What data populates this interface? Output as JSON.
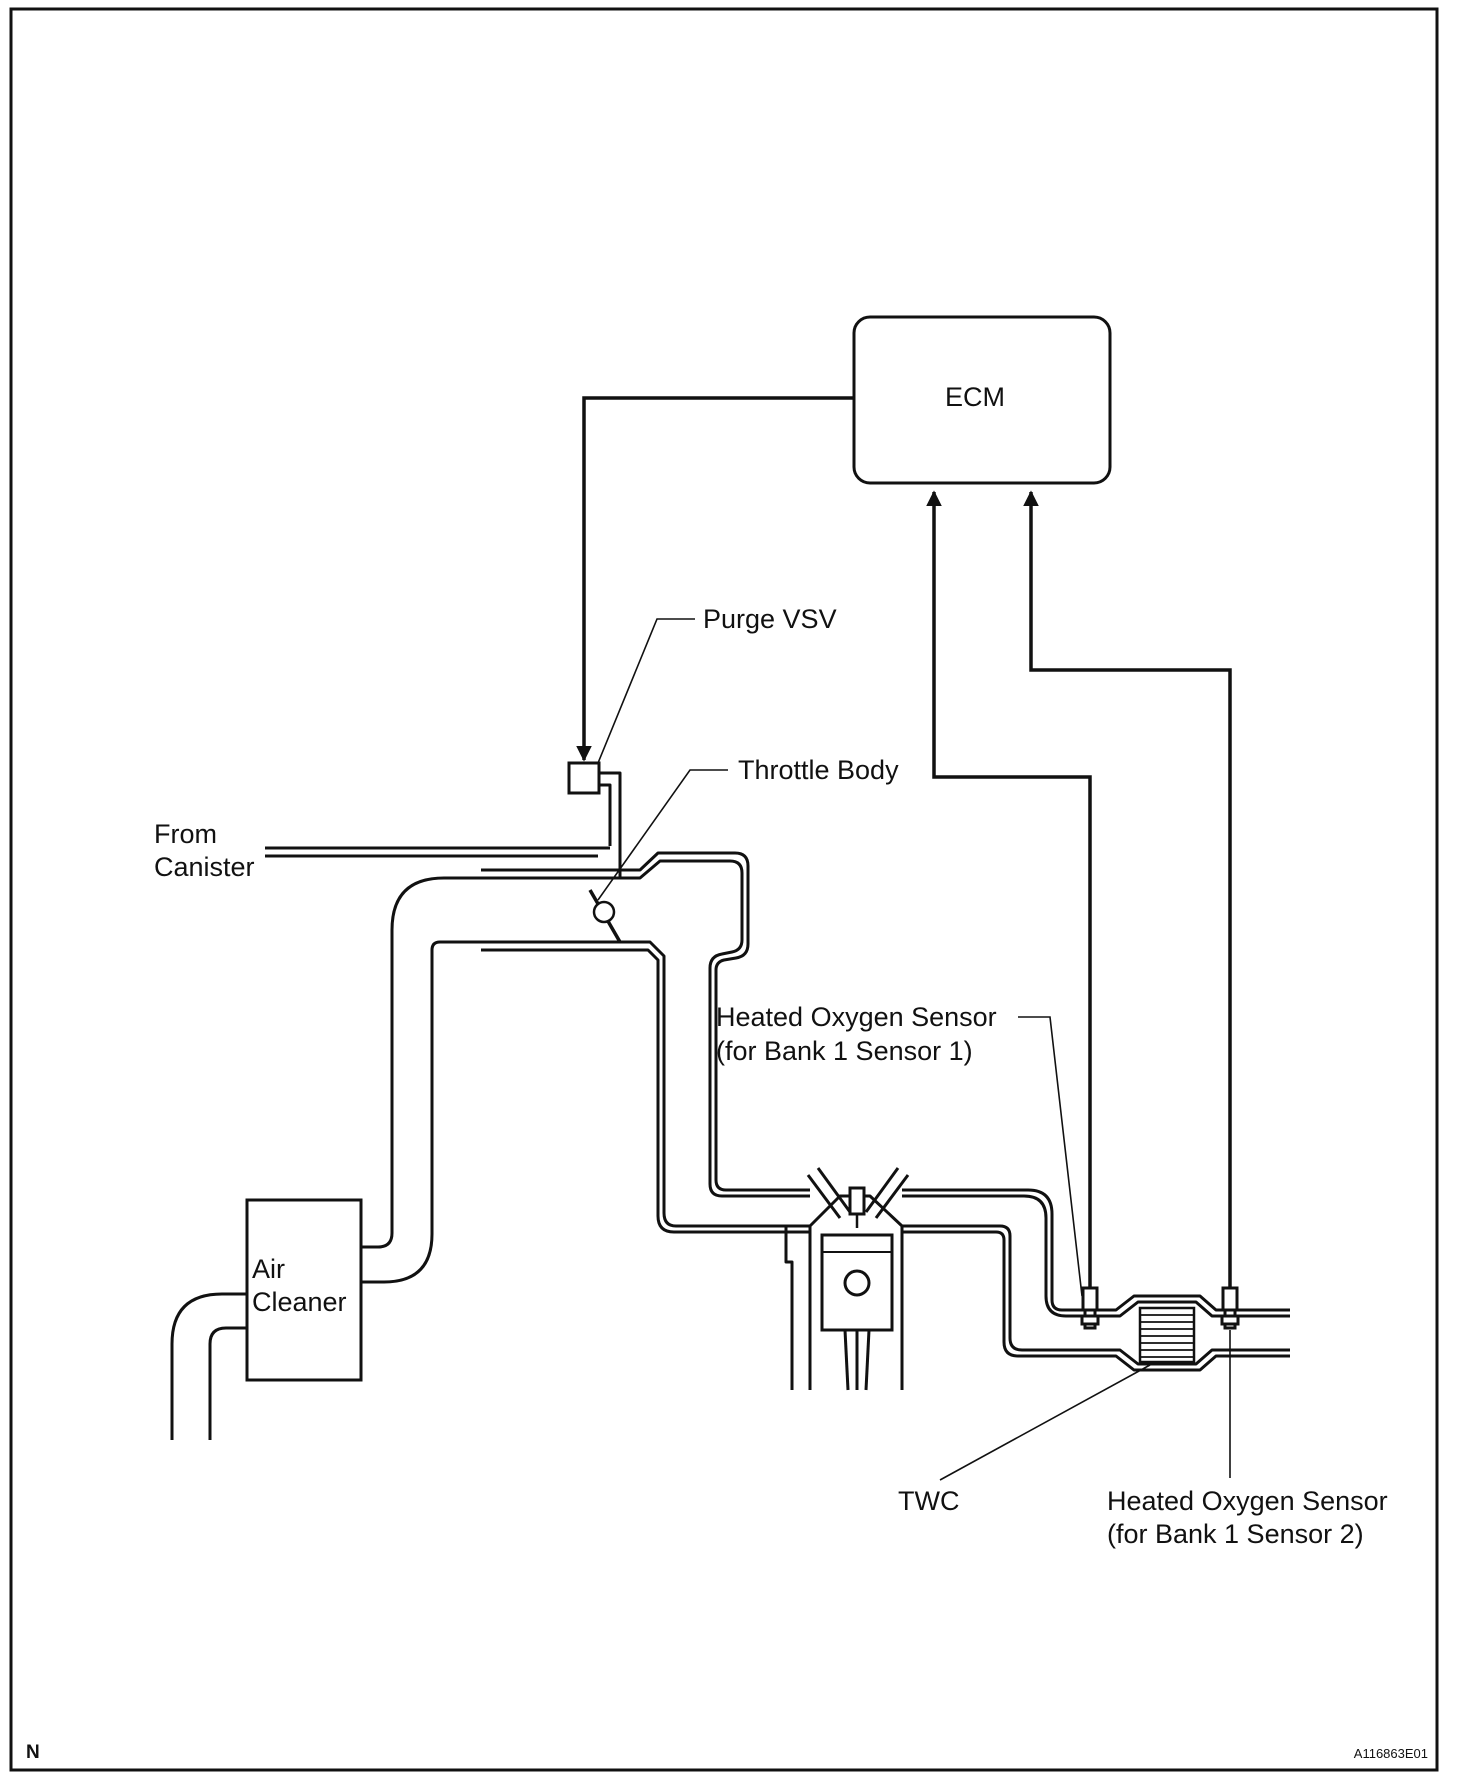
{
  "components": {
    "ecm": "ECM",
    "purge_vsv": "Purge VSV",
    "throttle_body": "Throttle Body",
    "from_canister_line1": "From",
    "from_canister_line2": "Canister",
    "air_cleaner_line1": "Air",
    "air_cleaner_line2": "Cleaner",
    "ho2s_1_line1": "Heated Oxygen Sensor",
    "ho2s_1_line2": "(for Bank 1 Sensor 1)",
    "twc": "TWC",
    "ho2s_2_line1": "Heated Oxygen Sensor",
    "ho2s_2_line2": "(for Bank 1 Sensor 2)"
  },
  "footer": {
    "corner_left": "N",
    "figure_id": "A116863E01"
  }
}
